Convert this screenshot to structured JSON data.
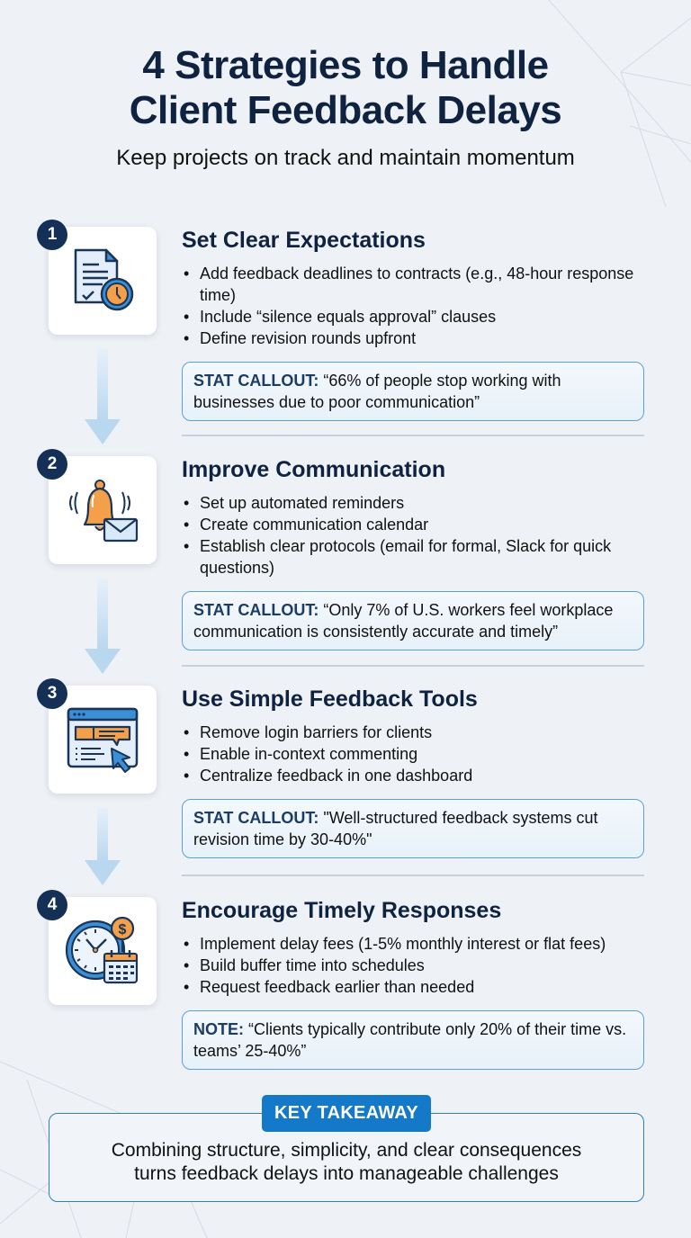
{
  "header": {
    "title_line1": "4 Strategies to Handle",
    "title_line2": "Client Feedback Delays",
    "subtitle": "Keep projects on track and maintain momentum"
  },
  "sections": [
    {
      "number": "1",
      "icon": "document-clock-icon",
      "title": "Set Clear Expectations",
      "bullets": [
        "Add feedback deadlines to contracts (e.g., 48-hour response time)",
        "Include “silence equals approval” clauses",
        "Define revision rounds upfront"
      ],
      "callout_label": "STAT CALLOUT:",
      "callout_text": "“66% of people stop working with businesses due to poor communication”"
    },
    {
      "number": "2",
      "icon": "bell-envelope-icon",
      "title": "Improve Communication",
      "bullets": [
        "Set up automated reminders",
        "Create communication calendar",
        "Establish clear protocols (email for formal, Slack for quick questions)"
      ],
      "callout_label": "STAT CALLOUT:",
      "callout_text": "“Only 7% of U.S. workers feel workplace communication is consistently accurate and timely”"
    },
    {
      "number": "3",
      "icon": "browser-comment-cursor-icon",
      "title": "Use Simple Feedback Tools",
      "bullets": [
        "Remove login barriers for clients",
        "Enable in-context commenting",
        "Centralize feedback in one dashboard"
      ],
      "callout_label": "STAT CALLOUT:",
      "callout_text": "\"Well-structured feedback systems cut revision time by 30-40%\""
    },
    {
      "number": "4",
      "icon": "clock-dollar-calendar-icon",
      "title": "Encourage Timely Responses",
      "bullets": [
        "Implement delay fees (1-5% monthly interest or flat fees)",
        "Build buffer time into schedules",
        "Request feedback earlier than needed"
      ],
      "callout_label": "NOTE:",
      "callout_text": "“Clients typically contribute only 20% of their time vs. teams’ 25-40%”"
    }
  ],
  "takeaway": {
    "label": "KEY TAKEAWAY",
    "line1": "Combining structure, simplicity, and clear consequences",
    "line2": "turns feedback delays into manageable challenges"
  },
  "colors": {
    "background": "#eef1f5",
    "title": "#0f2340",
    "badge": "#143056",
    "accent_blue": "#1479c8",
    "callout_border": "#5aa2d2",
    "icon_orange": "#f4a04a"
  }
}
